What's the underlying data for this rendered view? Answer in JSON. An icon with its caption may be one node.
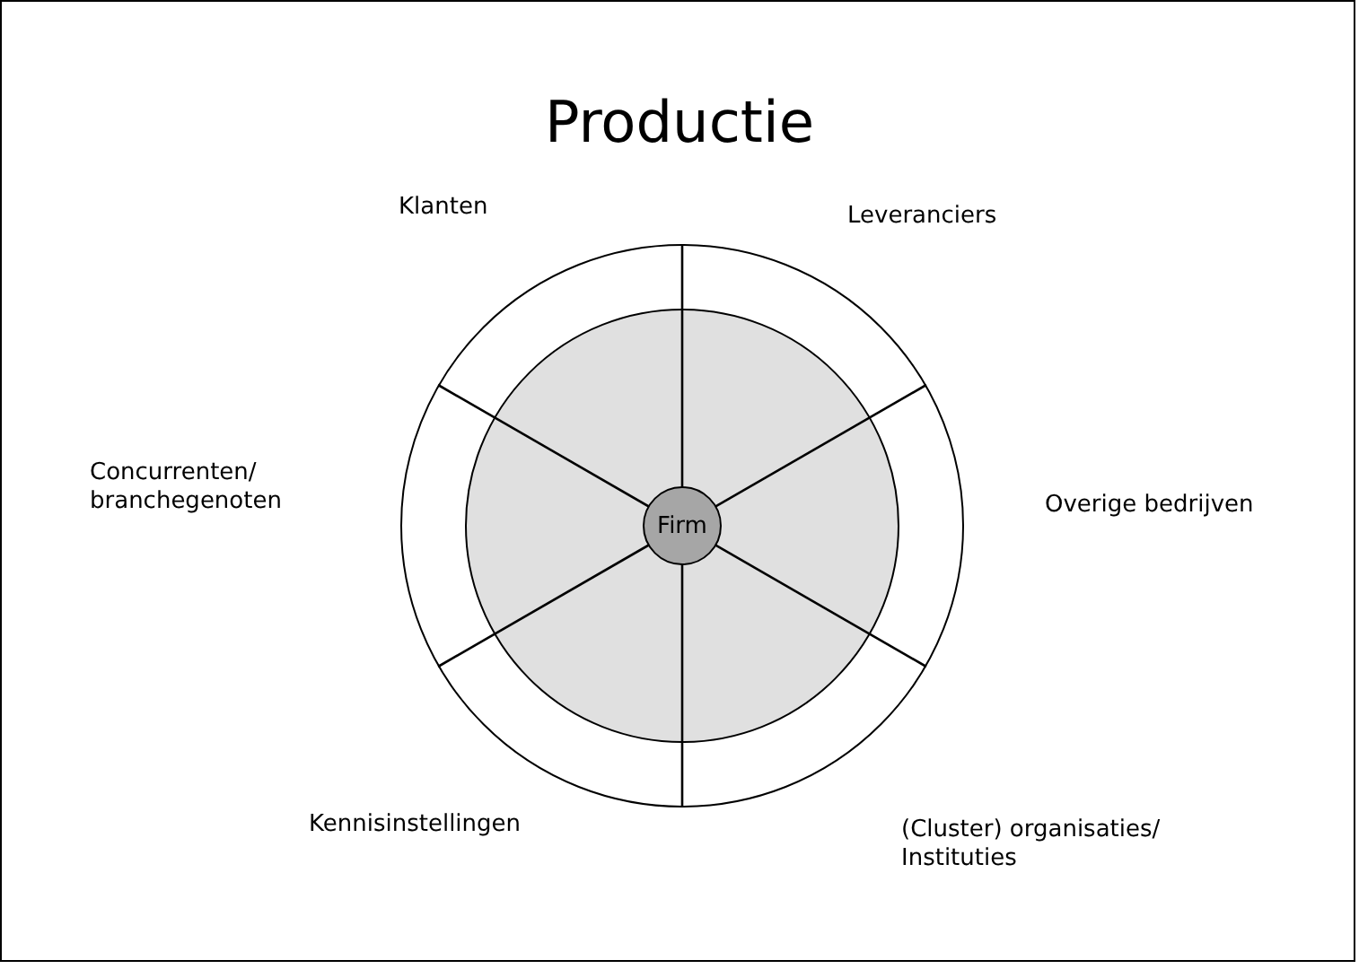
{
  "diagram": {
    "title": "Productie",
    "nodes": [
      {
        "text": [],
        "shape": "circle"
      },
      {
        "text": [],
        "shape": "circle",
        "in": 0
      },
      {
        "text": [
          "Firm"
        ],
        "in": 1
      }
    ],
    "edges": [],
    "labels": [
      "Klanten",
      "Leveranciers",
      "Concurrenten/ branchegenoten",
      "Overige bedrijven",
      "Kennisinstellingen",
      "(Cluster) organisaties/ Instituties"
    ]
  }
}
